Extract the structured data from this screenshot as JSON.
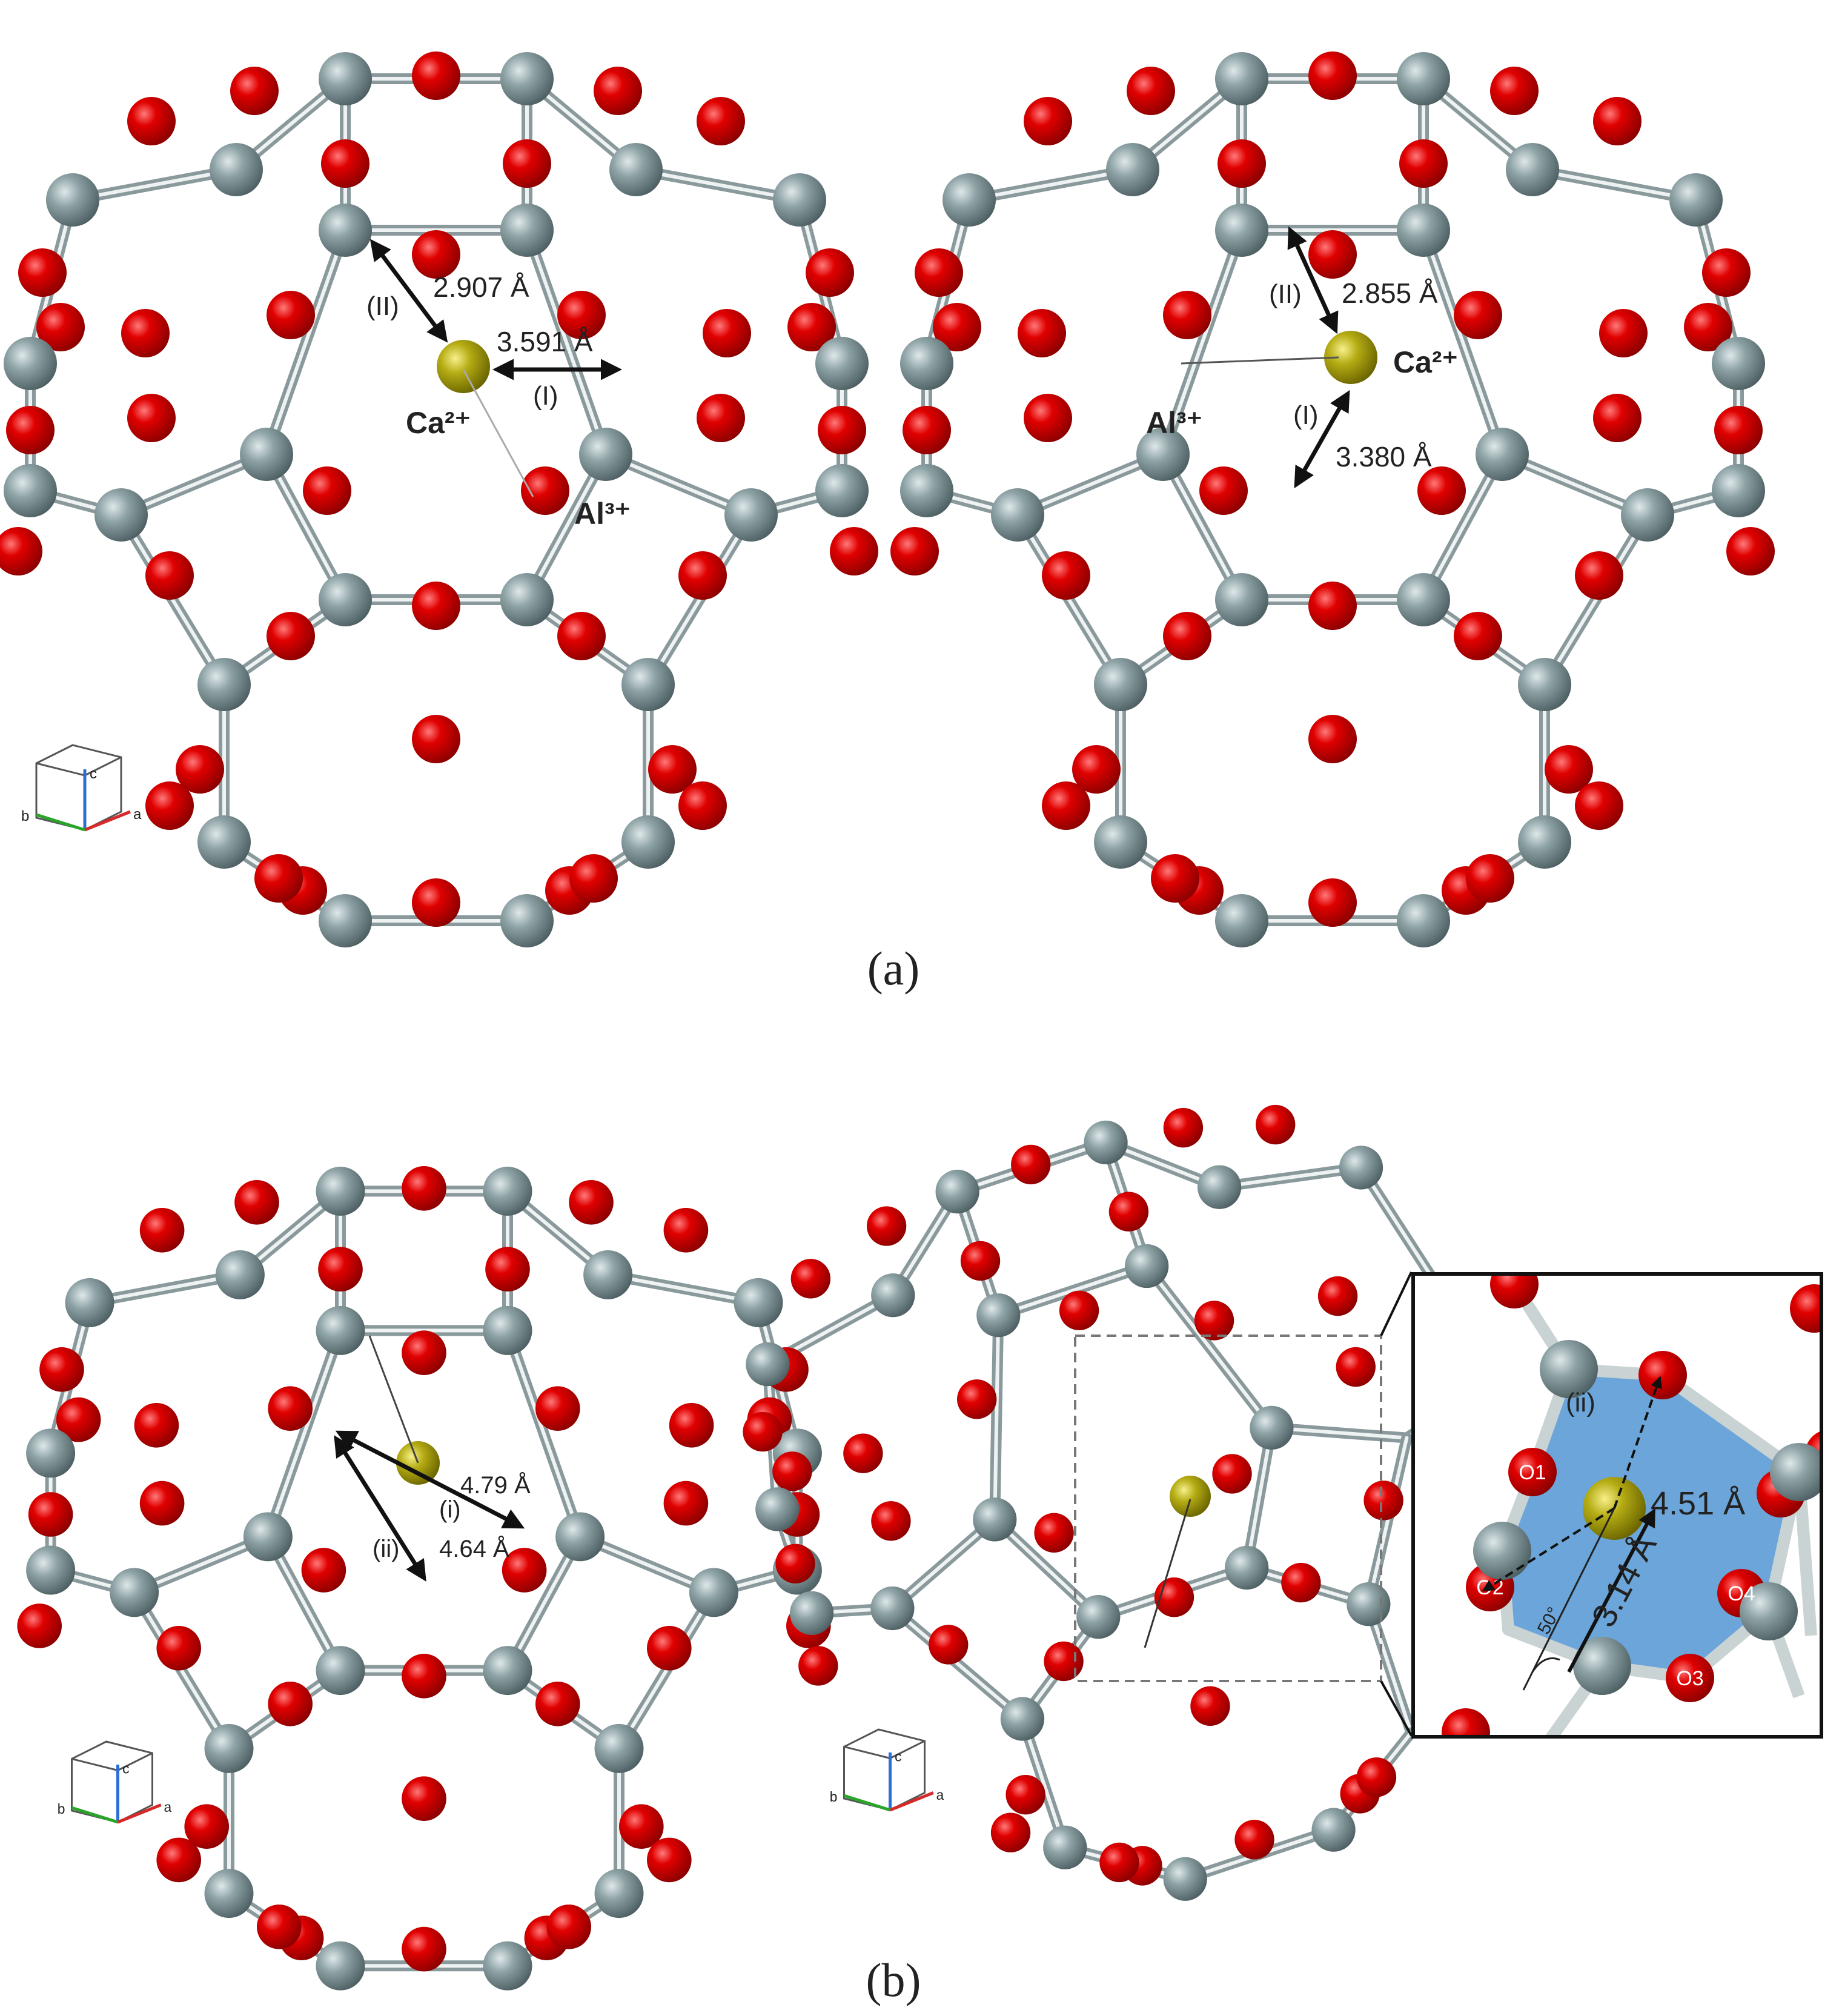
{
  "panel_a": {
    "caption": "(a)",
    "left": {
      "ion_label": "Ca²⁺",
      "framework_label": "Al³⁺",
      "distance_II": "2.907 Å",
      "distance_I": "3.591 Å",
      "tag_II": "(II)",
      "tag_I": "(I)"
    },
    "right": {
      "ion_label": "Ca²⁺",
      "framework_label": "Al³⁺",
      "distance_II": "2.855 Å",
      "distance_I": "3.380 Å",
      "tag_II": "(II)",
      "tag_I": "(I)"
    }
  },
  "panel_b": {
    "caption": "(b)",
    "left": {
      "distance_i": "4.79 Å",
      "distance_ii": "4.64 Å",
      "tag_i": "(i)",
      "tag_ii": "(ii)"
    },
    "right_inset": {
      "distance_ii_tag": "(ii)",
      "distance_long": "4.51 Å",
      "distance_short": "3.14 Å",
      "angle": "50°",
      "oxygen_labels": [
        "O1",
        "O2",
        "O3",
        "O4"
      ]
    }
  },
  "axes": {
    "c": "c",
    "b": "b",
    "a": "a"
  },
  "colors": {
    "oxygen": "#dd0000",
    "silicon": "#7f9598",
    "calcium": "#a8a010",
    "ring_fill": "#5b9bd5"
  }
}
